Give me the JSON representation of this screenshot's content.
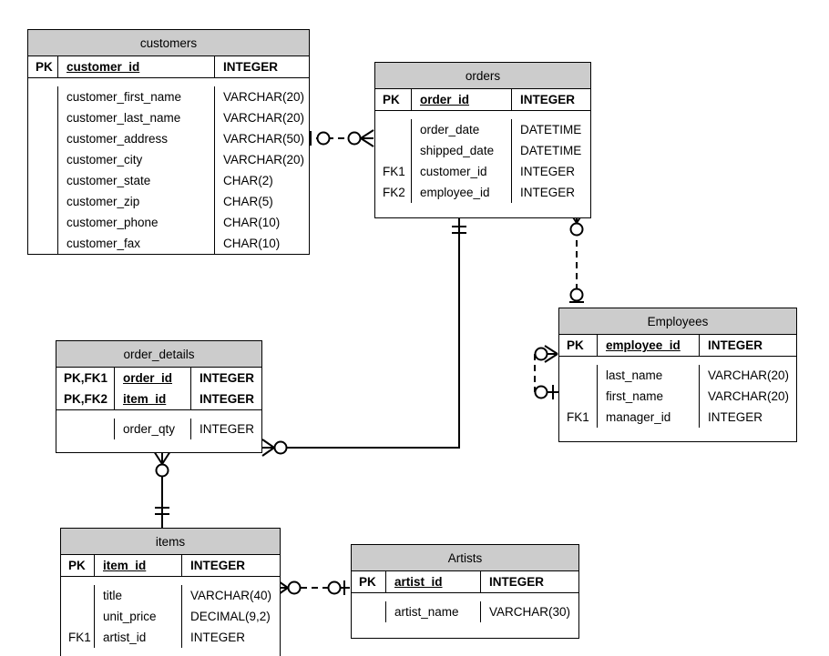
{
  "diagram": {
    "type": "entity-relationship-diagram",
    "notation": "crow's foot (IDEF1X / Information Engineering)",
    "header_fill": "#cccccc",
    "line_color": "#000000",
    "background": "#ffffff"
  },
  "entities": [
    {
      "id": "customers",
      "name": "customers",
      "key_rows": [
        {
          "key": "PK",
          "name": "customer_id",
          "type": "INTEGER"
        }
      ],
      "attr_rows": [
        {
          "key": "",
          "name": "customer_first_name",
          "type": "VARCHAR(20)"
        },
        {
          "key": "",
          "name": "customer_last_name",
          "type": "VARCHAR(20)"
        },
        {
          "key": "",
          "name": "customer_address",
          "type": "VARCHAR(50)"
        },
        {
          "key": "",
          "name": "customer_city",
          "type": "VARCHAR(20)"
        },
        {
          "key": "",
          "name": "customer_state",
          "type": "CHAR(2)"
        },
        {
          "key": "",
          "name": "customer_zip",
          "type": "CHAR(5)"
        },
        {
          "key": "",
          "name": "customer_phone",
          "type": "CHAR(10)"
        },
        {
          "key": "",
          "name": "customer_fax",
          "type": "CHAR(10)"
        }
      ]
    },
    {
      "id": "orders",
      "name": "orders",
      "key_rows": [
        {
          "key": "PK",
          "name": "order_id",
          "type": "INTEGER"
        }
      ],
      "attr_rows": [
        {
          "key": "",
          "name": "order_date",
          "type": "DATETIME"
        },
        {
          "key": "",
          "name": "shipped_date",
          "type": "DATETIME"
        },
        {
          "key": "FK1",
          "name": "customer_id",
          "type": "INTEGER"
        },
        {
          "key": "FK2",
          "name": "employee_id",
          "type": "INTEGER"
        }
      ]
    },
    {
      "id": "order_details",
      "name": "order_details",
      "key_rows": [
        {
          "key": "PK,FK1",
          "name": "order_id",
          "type": "INTEGER"
        },
        {
          "key": "PK,FK2",
          "name": "item_id",
          "type": "INTEGER"
        }
      ],
      "attr_rows": [
        {
          "key": "",
          "name": "order_qty",
          "type": "INTEGER"
        }
      ]
    },
    {
      "id": "employees",
      "name": "Employees",
      "key_rows": [
        {
          "key": "PK",
          "name": "employee_id",
          "type": "INTEGER"
        }
      ],
      "attr_rows": [
        {
          "key": "",
          "name": "last_name",
          "type": "VARCHAR(20)"
        },
        {
          "key": "",
          "name": "first_name",
          "type": "VARCHAR(20)"
        },
        {
          "key": "FK1",
          "name": "manager_id",
          "type": "INTEGER"
        }
      ]
    },
    {
      "id": "items",
      "name": "items",
      "key_rows": [
        {
          "key": "PK",
          "name": "item_id",
          "type": "INTEGER"
        }
      ],
      "attr_rows": [
        {
          "key": "",
          "name": "title",
          "type": "VARCHAR(40)"
        },
        {
          "key": "",
          "name": "unit_price",
          "type": "DECIMAL(9,2)"
        },
        {
          "key": "FK1",
          "name": "artist_id",
          "type": "INTEGER"
        }
      ]
    },
    {
      "id": "artists",
      "name": "Artists",
      "key_rows": [
        {
          "key": "PK",
          "name": "artist_id",
          "type": "INTEGER"
        }
      ],
      "attr_rows": [
        {
          "key": "",
          "name": "artist_name",
          "type": "VARCHAR(30)"
        }
      ]
    }
  ],
  "relationships": [
    {
      "id": "customers-orders",
      "from": "customers",
      "to": "orders",
      "line_style": "dashed",
      "kind": "non-identifying",
      "from_cardinality": "one-and-only-one",
      "to_cardinality": "zero-or-many"
    },
    {
      "id": "orders-employees",
      "from": "orders",
      "to": "employees",
      "line_style": "dashed",
      "kind": "non-identifying",
      "from_cardinality": "zero-or-many",
      "to_cardinality": "zero-or-one"
    },
    {
      "id": "employees-employees",
      "from": "employees",
      "to": "employees",
      "line_style": "dashed",
      "kind": "non-identifying (self-referencing)",
      "from_cardinality": "zero-or-many",
      "to_cardinality": "zero-or-one"
    },
    {
      "id": "orders-order_details",
      "from": "orders",
      "to": "order_details",
      "line_style": "solid",
      "kind": "identifying",
      "from_cardinality": "one-and-only-one",
      "to_cardinality": "zero-or-many"
    },
    {
      "id": "order_details-items",
      "from": "order_details",
      "to": "items",
      "line_style": "solid",
      "kind": "identifying",
      "from_cardinality": "zero-or-many",
      "to_cardinality": "one-and-only-one"
    },
    {
      "id": "items-artists",
      "from": "items",
      "to": "artists",
      "line_style": "dashed",
      "kind": "non-identifying",
      "from_cardinality": "zero-or-many",
      "to_cardinality": "zero-or-one"
    }
  ]
}
